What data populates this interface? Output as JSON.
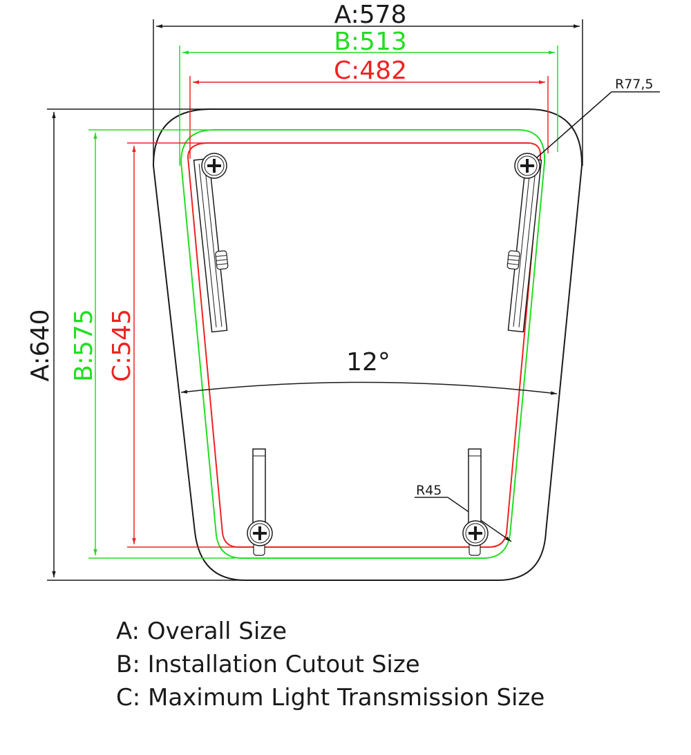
{
  "colors": {
    "a": "#1a1a1a",
    "b": "#22dd22",
    "c": "#ee2222"
  },
  "dimensions": {
    "a_width": "A:578",
    "b_width": "B:513",
    "c_width": "C:482",
    "a_height": "A:640",
    "b_height": "B:575",
    "c_height": "C:545",
    "angle": "12°",
    "radius_top": "R77,5",
    "radius_bottom": "R45"
  },
  "legend": {
    "a": "A: Overall Size",
    "b": "B: Installation Cutout Size",
    "c": "C: Maximum Light Transmission Size"
  }
}
